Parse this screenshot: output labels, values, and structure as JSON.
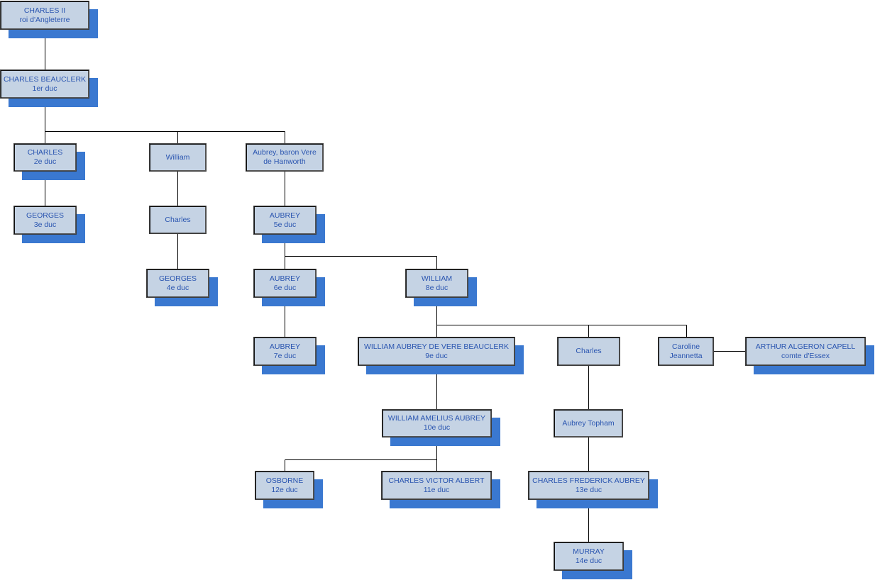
{
  "diagram": {
    "nodes": [
      {
        "id": "charles2",
        "line1": "CHARLES II",
        "line2": "roi d'Angleterre"
      },
      {
        "id": "beauclerk1",
        "line1": "CHARLES BEAUCLERK",
        "line2": "1er duc"
      },
      {
        "id": "charles2e",
        "line1": "CHARLES",
        "line2": "2e duc"
      },
      {
        "id": "william_a",
        "line1": "William",
        "line2": ""
      },
      {
        "id": "aubrey_vere",
        "line1": "Aubrey, baron Vere",
        "line2": "de Hanworth"
      },
      {
        "id": "georges3",
        "line1": "GEORGES",
        "line2": "3e duc"
      },
      {
        "id": "charles_a",
        "line1": "Charles",
        "line2": ""
      },
      {
        "id": "aubrey5",
        "line1": "AUBREY",
        "line2": "5e duc"
      },
      {
        "id": "georges4",
        "line1": "GEORGES",
        "line2": "4e duc"
      },
      {
        "id": "aubrey6",
        "line1": "AUBREY",
        "line2": "6e duc"
      },
      {
        "id": "william8",
        "line1": "WILLIAM",
        "line2": "8e duc"
      },
      {
        "id": "aubrey7",
        "line1": "AUBREY",
        "line2": "7e duc"
      },
      {
        "id": "william9",
        "line1": "WILLIAM AUBREY DE VERE BEAUCLERK",
        "line2": "9e duc"
      },
      {
        "id": "charles_b",
        "line1": "Charles",
        "line2": ""
      },
      {
        "id": "caroline",
        "line1": "Caroline",
        "line2": "Jeannetta"
      },
      {
        "id": "arthur",
        "line1": "ARTHUR ALGERON CAPELL",
        "line2": "comte d'Essex"
      },
      {
        "id": "william10",
        "line1": "WILLIAM AMELIUS AUBREY",
        "line2": "10e duc"
      },
      {
        "id": "aubrey_topham",
        "line1": "Aubrey Topham",
        "line2": ""
      },
      {
        "id": "osborne12",
        "line1": "OSBORNE",
        "line2": "12e duc"
      },
      {
        "id": "charles11",
        "line1": "CHARLES VICTOR ALBERT",
        "line2": "11e duc"
      },
      {
        "id": "charles13",
        "line1": "CHARLES FREDERICK AUBREY",
        "line2": "13e duc"
      },
      {
        "id": "murray14",
        "line1": "MURRAY",
        "line2": "14e duc"
      }
    ]
  }
}
